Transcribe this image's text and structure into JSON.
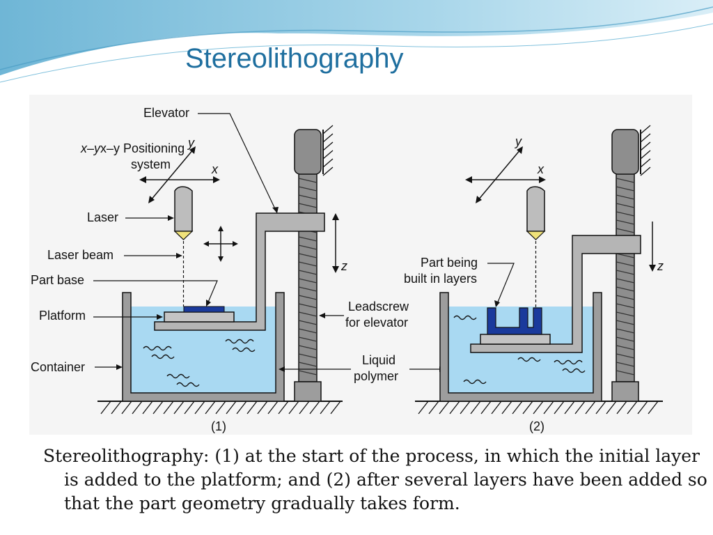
{
  "slide": {
    "title": "Stereolithography",
    "caption": "Stereolithography: (1) at the start of the process, in which the initial layer is added to the platform; and (2) after several layers have been added so that the part geometry gradually takes form."
  },
  "diagram": {
    "panel1": {
      "number": "(1)",
      "labels": {
        "elevator": "Elevator",
        "xy_line1": "x–y Positioning",
        "xy_line2": "system",
        "laser": "Laser",
        "laser_beam": "Laser beam",
        "part_base": "Part base",
        "platform": "Platform",
        "container": "Container",
        "leadscrew_line1": "Leadscrew",
        "leadscrew_line2": "for elevator",
        "liquid_line1": "Liquid",
        "liquid_line2": "polymer"
      },
      "axes": {
        "x": "x",
        "y": "y",
        "z": "z"
      }
    },
    "panel2": {
      "number": "(2)",
      "labels": {
        "part_line1": "Part being",
        "part_line2": "built in layers"
      },
      "axes": {
        "x": "x",
        "y": "y",
        "z": "z"
      }
    }
  },
  "colors": {
    "title": "#1f6f9f",
    "liquid": "#a9d9f2",
    "part": "#1a3a9c",
    "metal": "#9d9d9d",
    "metal_light": "#bdbdbd"
  }
}
